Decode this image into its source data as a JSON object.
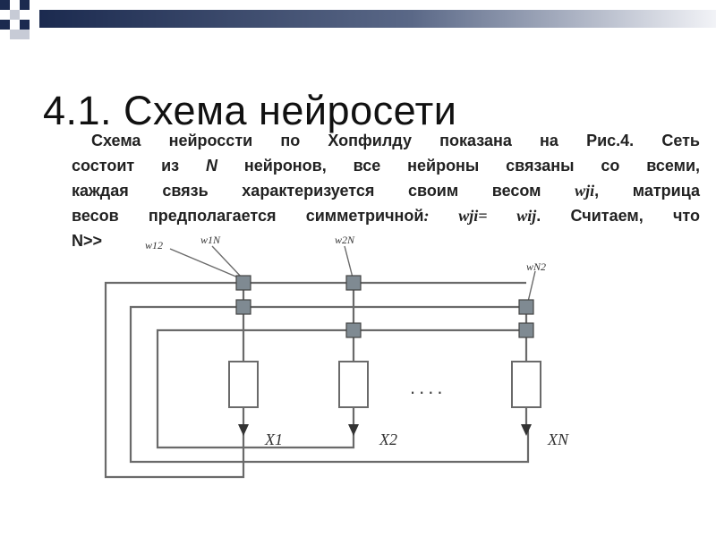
{
  "slide": {
    "title": "4.1. Схема нейросети",
    "paragraph": {
      "line1": "Схема нейроссти по Хопфилду показана на Рис.4. Сеть",
      "line2a": "состоит из ",
      "line2b": "N",
      "line2c": " нейронов, все нейроны связаны со всеми,",
      "line3a": "каждая связь характеризуется своим весом ",
      "line3b": "wji",
      "line3c": ", матрица",
      "line4a": "весов предполагается симметричной",
      "line4b": ": wji= wij",
      "line4c": ". Считаем, что",
      "line5": "N>>"
    }
  },
  "diagram": {
    "weight_labels": [
      "w12",
      "w1N",
      "w2N",
      "wN2"
    ],
    "output_labels": [
      "X1",
      "X2",
      "XN"
    ],
    "ellipsis": "....",
    "colors": {
      "line": "#6a6a6a",
      "node_fill": "#7f8a92",
      "block_fill": "#ffffff",
      "deco_dark": "#1b2a4f",
      "deco_light": "#9ea4b3"
    }
  }
}
